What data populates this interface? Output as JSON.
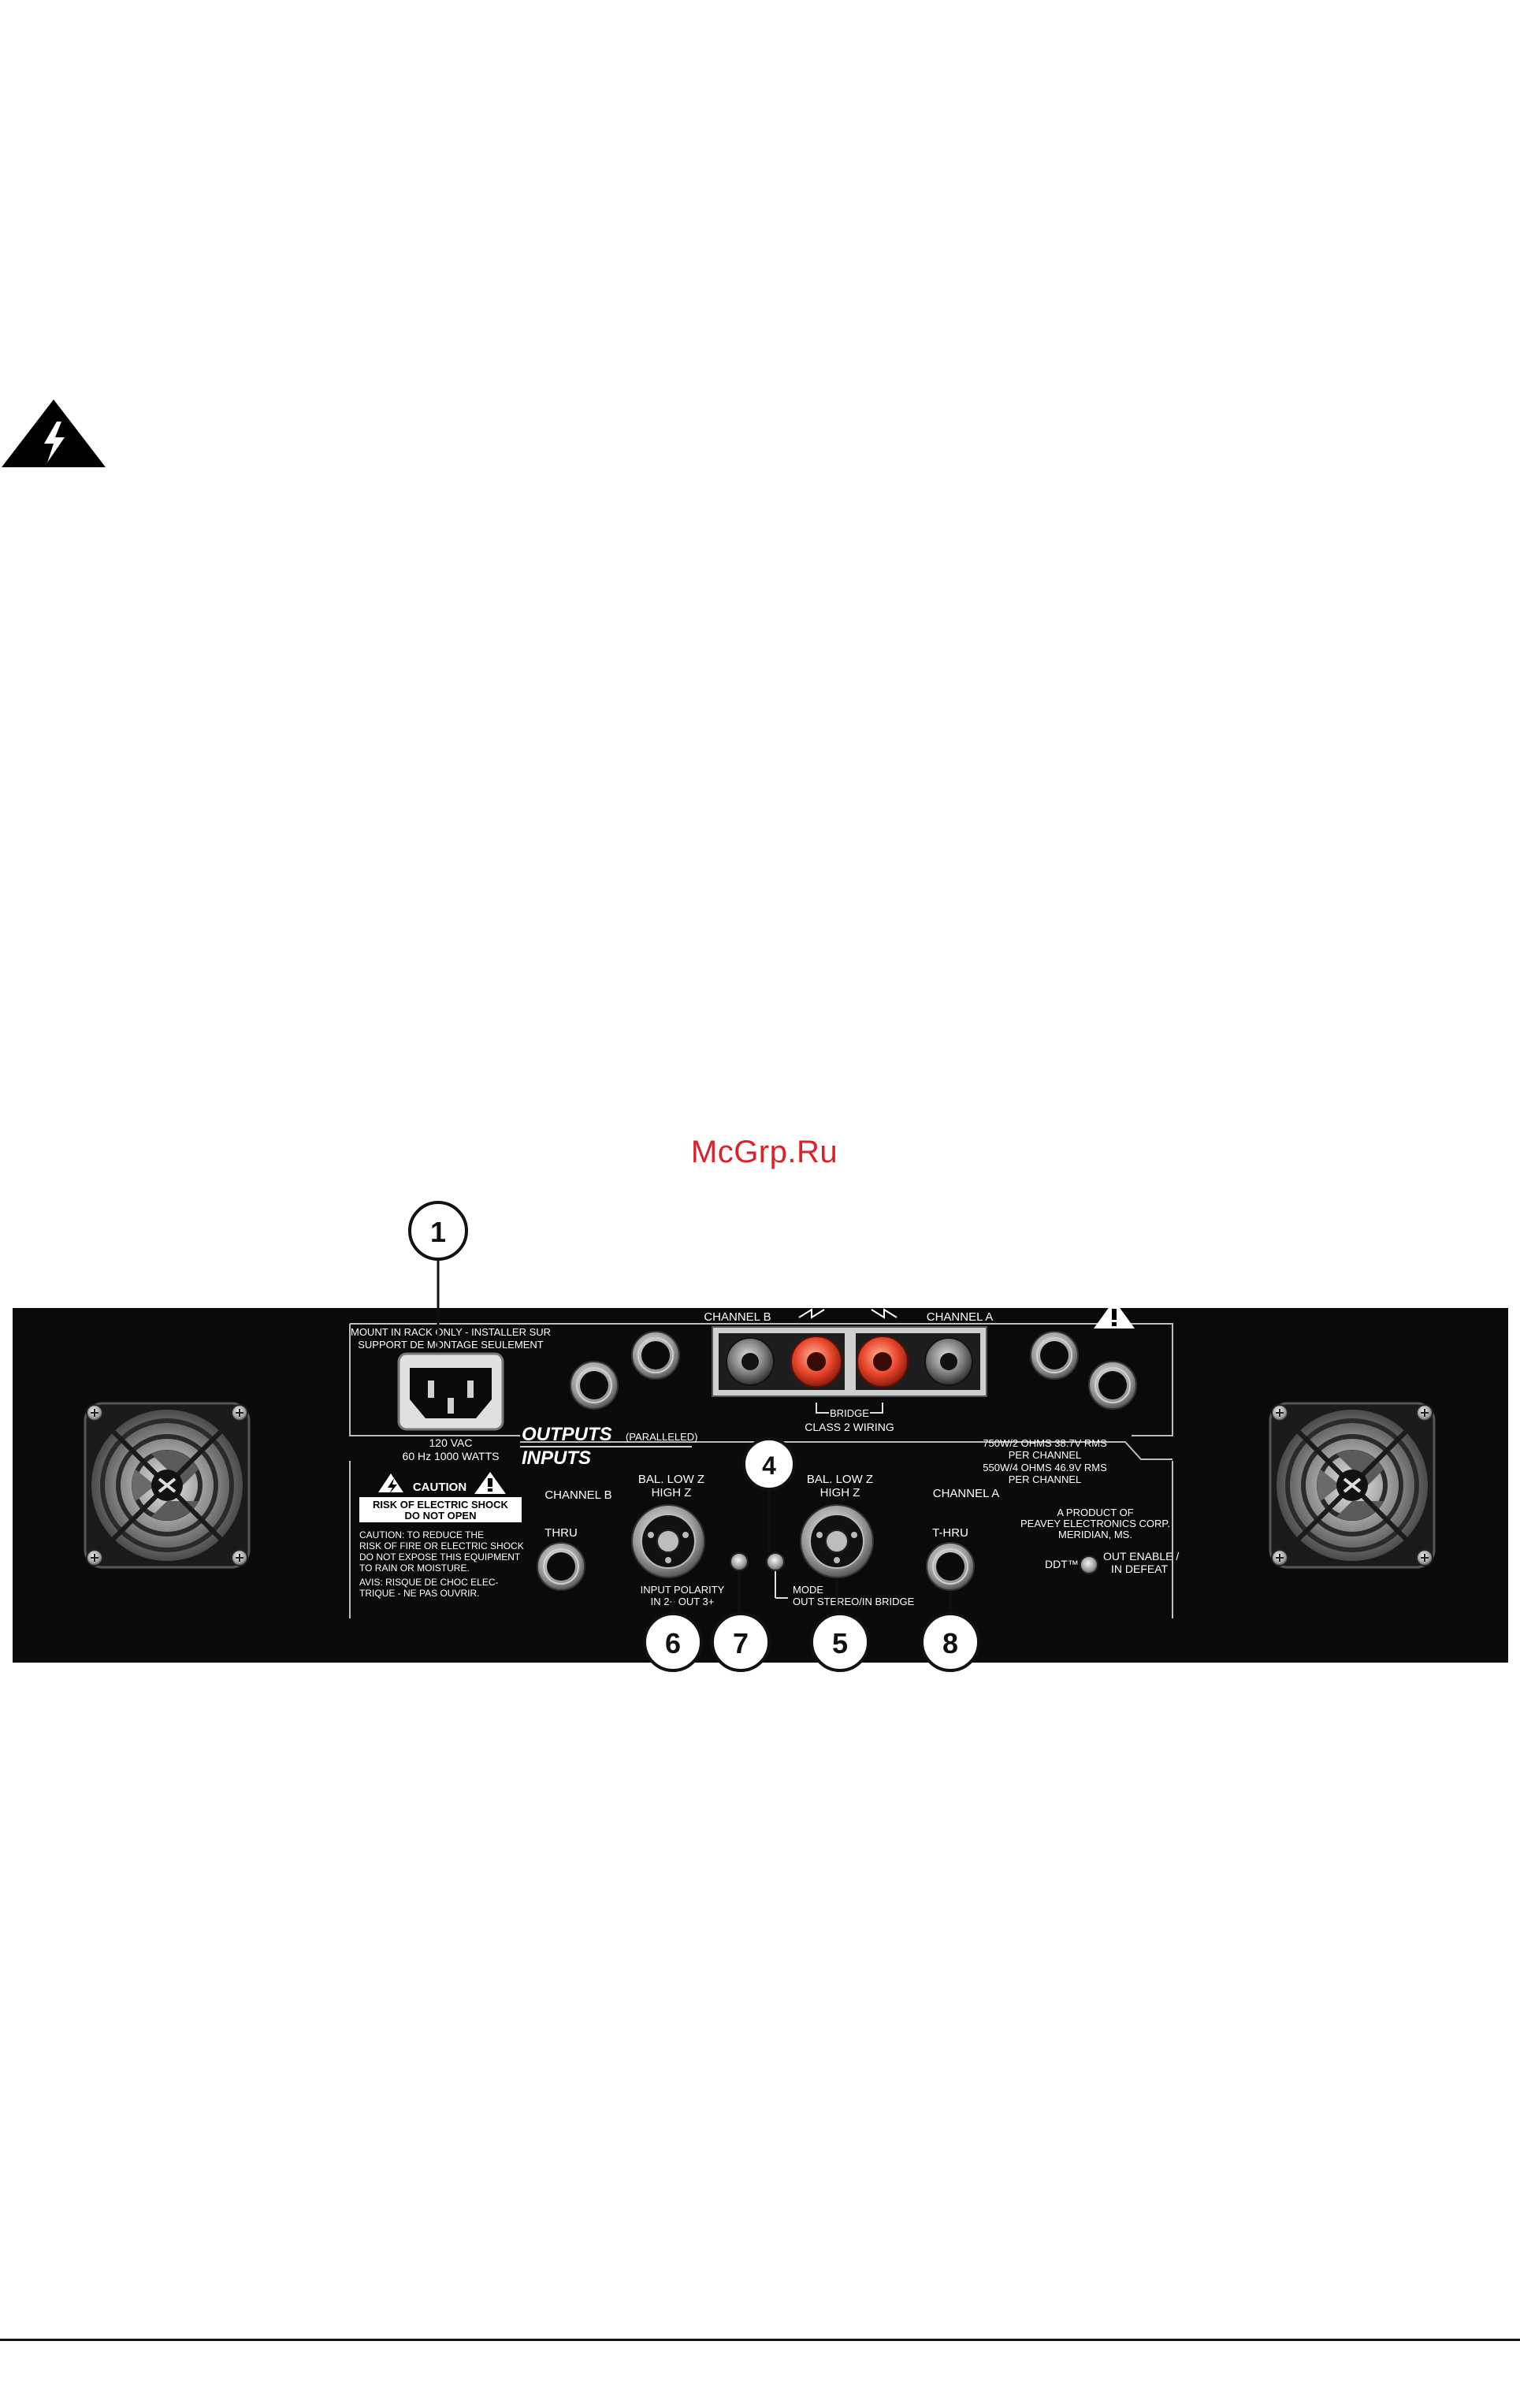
{
  "watermark": "McGrp.Ru",
  "callouts": [
    "1",
    "4",
    "6",
    "7",
    "5",
    "8"
  ],
  "panel": {
    "mount_line1": "MOUNT IN RACK ONLY - INSTALLER SUR",
    "mount_line2": "SUPPORT DE MONTAGE SEULEMENT",
    "power_line1": "120 VAC",
    "power_line2": "60 Hz  1000 WATTS",
    "channel_b": "CHANNEL B",
    "channel_a": "CHANNEL A",
    "bridge": "BRIDGE",
    "class2": "CLASS 2 WIRING",
    "outputs": "OUTPUTS",
    "paralleled": "(PARALLELED)",
    "inputs": "INPUTS",
    "rating1": "750W/2 OHMS  38.7V RMS",
    "rating2": "PER CHANNEL",
    "rating3": "550W/4 OHMS  46.9V RMS",
    "rating4": "PER CHANNEL",
    "bal_low_z": "BAL. LOW Z",
    "high_z": "HIGH Z",
    "thru_b": "THRU",
    "thru_a": "T-HRU",
    "input_polarity1": "INPUT POLARITY",
    "input_polarity2": "IN 2+   OUT 3+",
    "mode1": "MODE",
    "mode2": "OUT STEREO/IN BRIDGE",
    "product1": "A PRODUCT OF",
    "product2": "PEAVEY ELECTRONICS CORP.",
    "product3": "MERIDIAN, MS.",
    "ddt": "DDT™",
    "ddt_label1": "OUT ENABLE /",
    "ddt_label2": "IN DEFEAT",
    "caution_title": "CAUTION",
    "caution_box1": "RISK OF ELECTRIC SHOCK",
    "caution_box2": "DO NOT OPEN",
    "caution_text1": "CAUTION:     TO REDUCE THE",
    "caution_text2": "RISK OF FIRE OR ELECTRIC SHOCK",
    "caution_text3": "DO NOT EXPOSE THIS EQUIPMENT",
    "caution_text4": "TO RAIN OR MOISTURE.",
    "avis1": "AVIS:   RISQUE DE CHOC ELEC-",
    "avis2": "TRIQUE - NE PAS OUVRIR."
  },
  "colors": {
    "panel": "#0a0a0a",
    "binding_post_red": "#e8442a",
    "watermark": "#d8232a"
  },
  "icons": [
    "lightning-warning-icon",
    "exclamation-warning-icon",
    "cooling-fan-icon"
  ]
}
